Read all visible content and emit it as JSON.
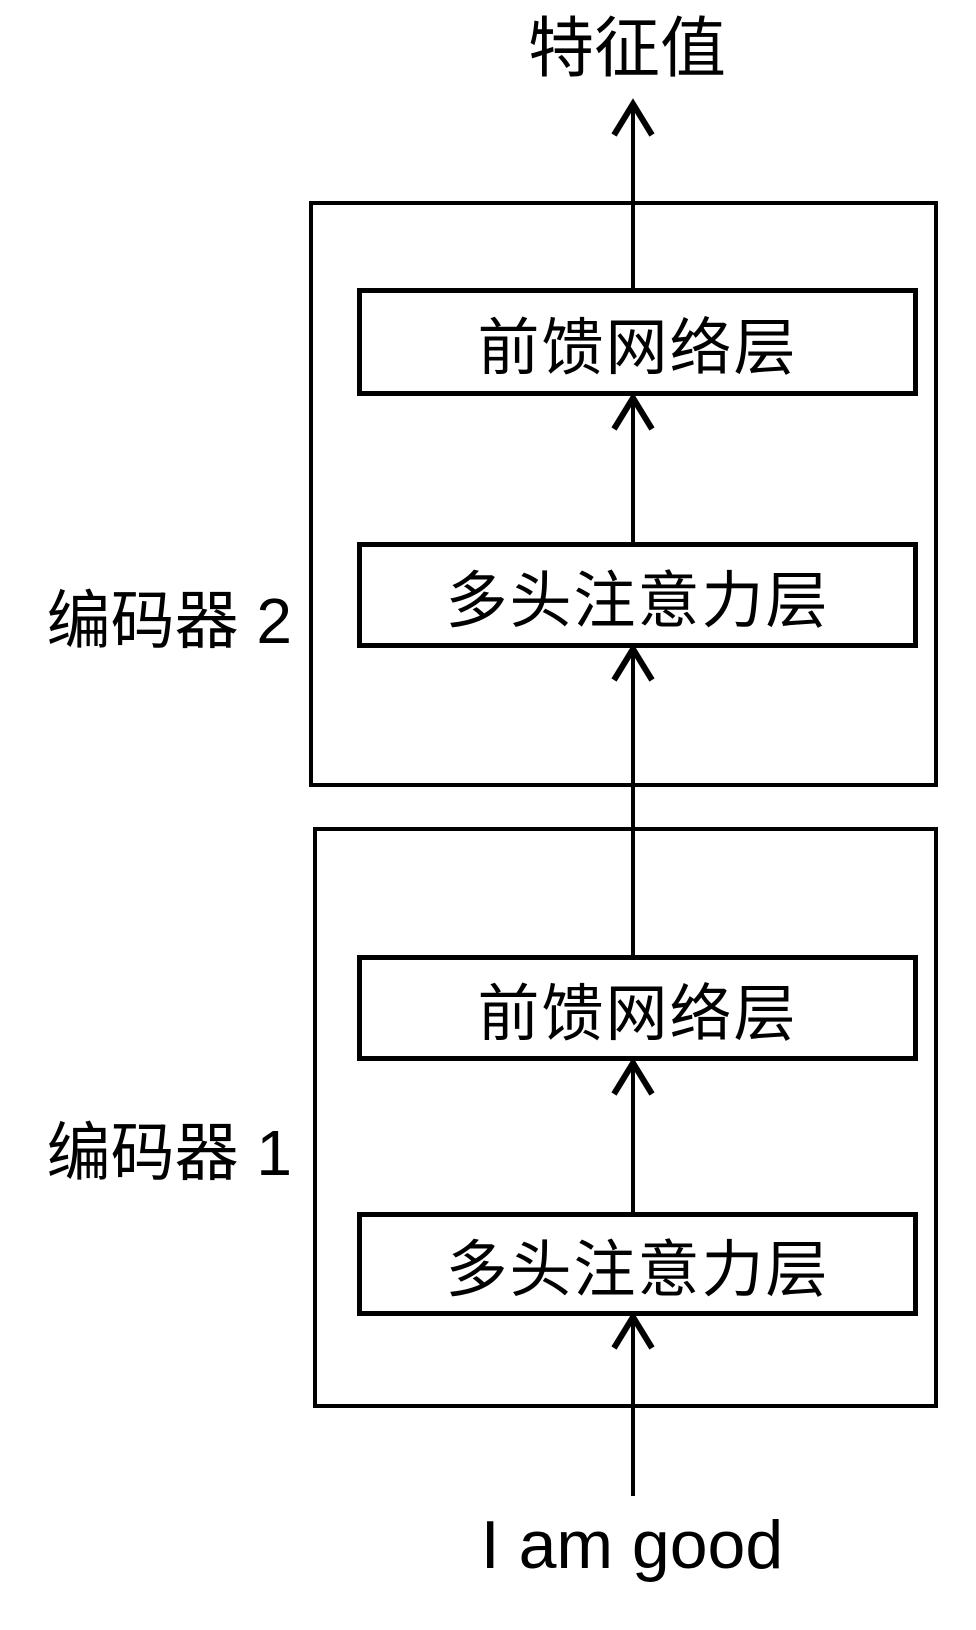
{
  "diagram": {
    "output_label": "特征值",
    "input_label": "I am good",
    "encoders": [
      {
        "name": "编码器 2",
        "layers": [
          {
            "label": "前馈网络层"
          },
          {
            "label": "多头注意力层"
          }
        ]
      },
      {
        "name": "编码器 1",
        "layers": [
          {
            "label": "前馈网络层"
          },
          {
            "label": "多头注意力层"
          }
        ]
      }
    ],
    "colors": {
      "stroke": "#000000",
      "text": "#000000",
      "background": "#ffffff"
    }
  }
}
